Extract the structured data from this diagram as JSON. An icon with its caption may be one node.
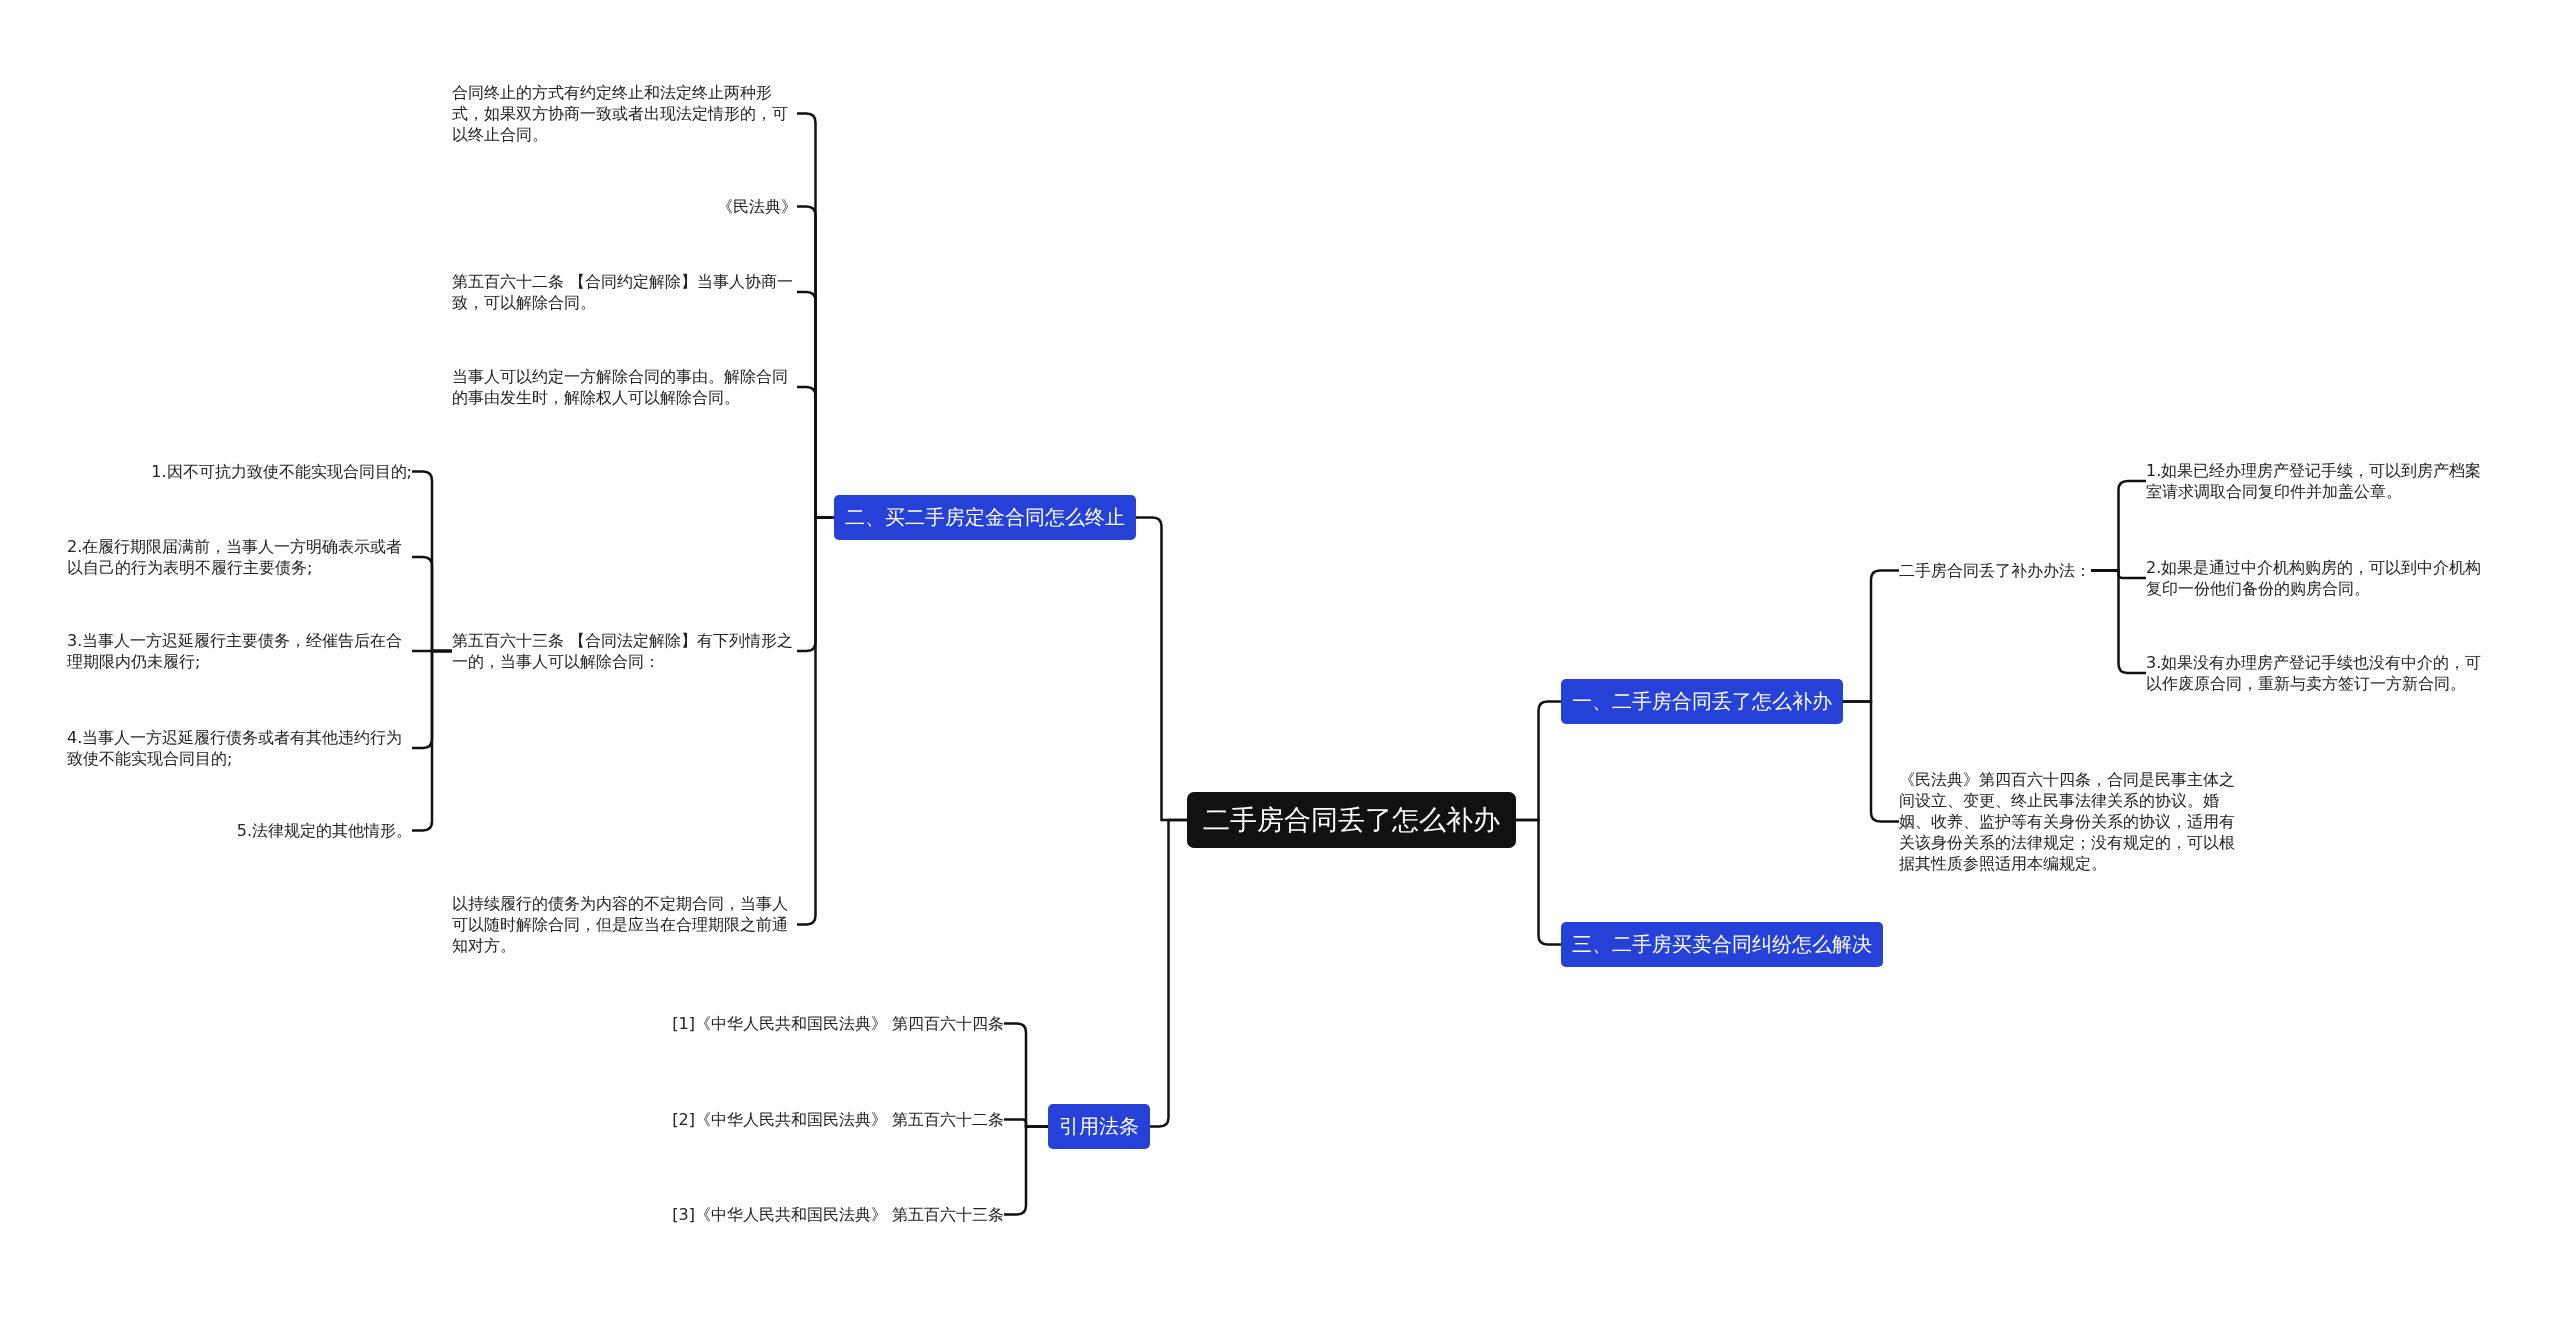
{
  "diagram": {
    "nodes": [
      {
        "text": [
          "二手房合同丢了怎么补办"
        ]
      },
      {
        "text": [
          "二、买二手房定金合同怎么终止"
        ]
      },
      {
        "text": [
          "合同终止的方式有约定终止和法定终止两种形式，如果双方协商一致或者出现法定情形的，可以终止合同。"
        ]
      },
      {
        "text": [
          "《民法典》"
        ]
      },
      {
        "text": [
          "第五百六十二条 【合同约定解除】当事人协商一致，可以解除合同。"
        ]
      },
      {
        "text": [
          "当事人可以约定一方解除合同的事由。解除合同的事由发生时，解除权人可以解除合同。"
        ]
      },
      {
        "text": [
          "第五百六十三条 【合同法定解除】有下列情形之一的，当事人可以解除合同："
        ]
      },
      {
        "text": [
          "1.因不可抗力致使不能实现合同目的;"
        ]
      },
      {
        "text": [
          "2.在履行期限届满前，当事人一方明确表示或者以自己的行为表明不履行主要债务;"
        ]
      },
      {
        "text": [
          "3.当事人一方迟延履行主要债务，经催告后在合理期限内仍未履行;"
        ]
      },
      {
        "text": [
          "4.当事人一方迟延履行债务或者有其他违约行为致使不能实现合同目的;"
        ]
      },
      {
        "text": [
          "5.法律规定的其他情形。"
        ]
      },
      {
        "text": [
          "以持续履行的债务为内容的不定期合同，当事人可以随时解除合同，但是应当在合理期限之前通知对方。"
        ]
      },
      {
        "text": [
          "引用法条"
        ]
      },
      {
        "text": [
          "[1]《中华人民共和国民法典》 第四百六十四条"
        ]
      },
      {
        "text": [
          "[2]《中华人民共和国民法典》 第五百六十二条"
        ]
      },
      {
        "text": [
          "[3]《中华人民共和国民法典》 第五百六十三条"
        ]
      },
      {
        "text": [
          "一、二手房合同丢了怎么补办"
        ]
      },
      {
        "text": [
          "二手房合同丢了补办办法："
        ]
      },
      {
        "text": [
          "1.如果已经办理房产登记手续，可以到房产档案室请求调取合同复印件并加盖公章。"
        ]
      },
      {
        "text": [
          "2.如果是通过中介机构购房的，可以到中介机构复印一份他们备份的购房合同。"
        ]
      },
      {
        "text": [
          "3.如果没有办理房产登记手续也没有中介的，可以作废原合同，重新与卖方签订一方新合同。"
        ]
      },
      {
        "text": [
          "《民法典》第四百六十四条，合同是民事主体之间设立、变更、终止民事法律关系的协议。婚姻、收养、监护等有关身份关系的协议，适用有关该身份关系的法律规定；没有规定的，可以根据其性质参照适用本编规定。"
        ]
      },
      {
        "text": [
          "三、二手房买卖合同纠纷怎么解决"
        ]
      }
    ],
    "edges": [
      {
        "from": 0,
        "to": 1,
        "arrow": "none"
      },
      {
        "from": 1,
        "to": 2,
        "arrow": "none"
      },
      {
        "from": 1,
        "to": 3,
        "arrow": "none"
      },
      {
        "from": 1,
        "to": 4,
        "arrow": "none"
      },
      {
        "from": 1,
        "to": 5,
        "arrow": "none"
      },
      {
        "from": 1,
        "to": 6,
        "arrow": "none"
      },
      {
        "from": 6,
        "to": 7,
        "arrow": "none"
      },
      {
        "from": 6,
        "to": 8,
        "arrow": "none"
      },
      {
        "from": 6,
        "to": 9,
        "arrow": "none"
      },
      {
        "from": 6,
        "to": 10,
        "arrow": "none"
      },
      {
        "from": 6,
        "to": 11,
        "arrow": "none"
      },
      {
        "from": 1,
        "to": 12,
        "arrow": "none"
      },
      {
        "from": 0,
        "to": 13,
        "arrow": "none"
      },
      {
        "from": 13,
        "to": 14,
        "arrow": "none"
      },
      {
        "from": 13,
        "to": 15,
        "arrow": "none"
      },
      {
        "from": 13,
        "to": 16,
        "arrow": "none"
      },
      {
        "from": 0,
        "to": 17,
        "arrow": "none"
      },
      {
        "from": 17,
        "to": 18,
        "arrow": "none"
      },
      {
        "from": 18,
        "to": 19,
        "arrow": "none"
      },
      {
        "from": 18,
        "to": 20,
        "arrow": "none"
      },
      {
        "from": 18,
        "to": 21,
        "arrow": "none"
      },
      {
        "from": 17,
        "to": 22,
        "arrow": "none"
      },
      {
        "from": 0,
        "to": 23,
        "arrow": "none"
      }
    ]
  }
}
